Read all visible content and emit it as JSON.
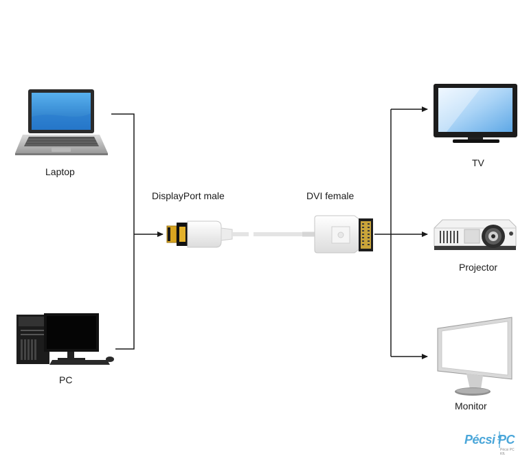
{
  "labels": {
    "laptop": "Laptop",
    "pc": "PC",
    "displayport": "DisplayPort male",
    "dvi": "DVI female",
    "tv": "TV",
    "projector": "Projector",
    "monitor": "Monitor"
  },
  "logo": {
    "text": "Pécsi PC",
    "subtext": "Pécsi PC Kft."
  },
  "colors": {
    "line": "#1a1a1a",
    "cable": "#eeeeee",
    "gold": "#d9a520",
    "screen_blue": "#3a8fd6",
    "logo_blue": "#4aa6d9"
  }
}
